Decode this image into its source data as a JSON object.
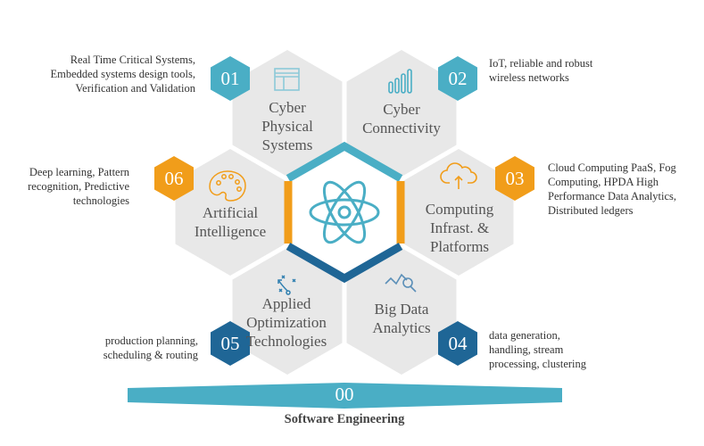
{
  "colors": {
    "teal": "#4aaec5",
    "orange": "#f19d1a",
    "navy": "#1f6696",
    "hex_gray": "#e8e8e8",
    "text": "#555555"
  },
  "center": {
    "icon": "atom-icon"
  },
  "segments": [
    {
      "number": "01",
      "title": [
        "Cyber",
        "Physical",
        "Systems"
      ],
      "icon": "browser-window-icon",
      "description": [
        "Real Time Critical Systems,",
        "Embedded systems design tools,",
        "Verification and Validation"
      ]
    },
    {
      "number": "02",
      "title": [
        "Cyber",
        "Connectivity"
      ],
      "icon": "signal-bars-icon",
      "description": [
        "IoT, reliable  and robust",
        "wireless networks"
      ]
    },
    {
      "number": "03",
      "title": [
        "Computing",
        "Infrast. &",
        "Platforms"
      ],
      "icon": "cloud-upload-icon",
      "description": [
        "Cloud Computing  PaaS, Fog",
        "Computing,  HPDA High",
        "Performance Data Analytics,",
        "Distributed ledgers"
      ]
    },
    {
      "number": "04",
      "title": [
        "Big Data",
        "Analytics"
      ],
      "icon": "data-search-icon",
      "description": [
        "data generation,",
        "handling, stream",
        "processing, clustering"
      ]
    },
    {
      "number": "05",
      "title": [
        "Applied",
        "Optimization",
        "Technologies"
      ],
      "icon": "strategy-play-icon",
      "description": [
        "production planning,",
        "scheduling & routing"
      ]
    },
    {
      "number": "06",
      "title": [
        "Artificial",
        "Intelligence"
      ],
      "icon": "palette-icon",
      "description": [
        "Deep learning,  Pattern",
        "recognition,  Predictive",
        "technologies"
      ]
    }
  ],
  "base": {
    "number": "00",
    "title": "Software Engineering"
  }
}
